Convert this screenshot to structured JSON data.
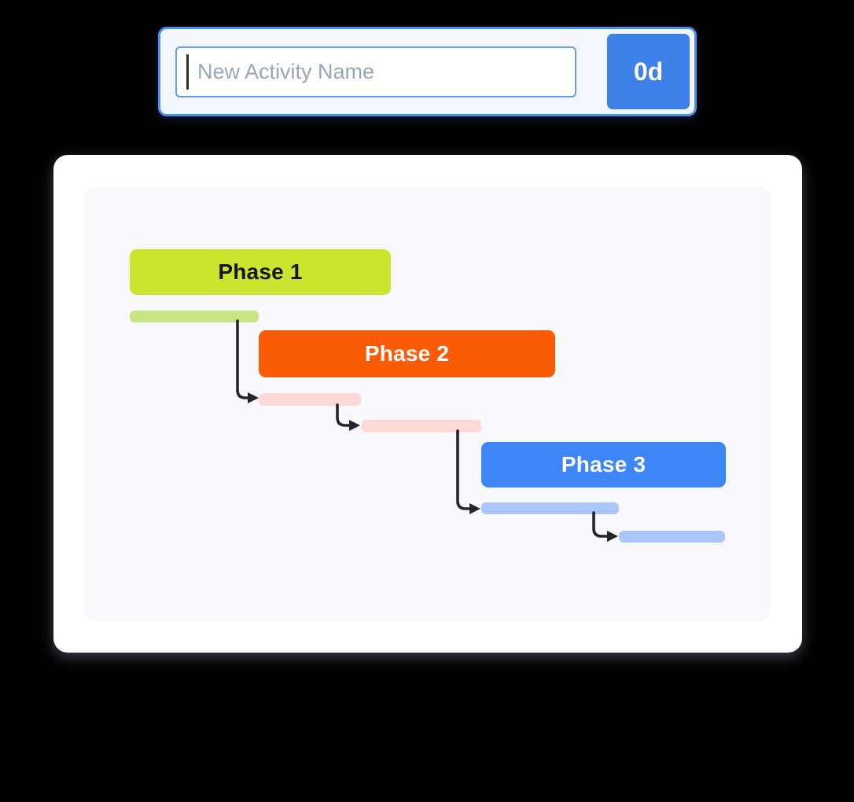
{
  "page": {
    "background_color": "#000000"
  },
  "activity_form": {
    "placeholder": "New Activity Name",
    "duration_button_label": "0d",
    "colors": {
      "widget_border": "#4a90ee",
      "widget_fill": "#f3f6fc",
      "input_fill": "#ffffff",
      "input_border": "#66a1f1",
      "placeholder_text": "#97a6b9",
      "caret": "#2b2c31",
      "button_fill": "#3c80e8",
      "button_text": "#ffffff"
    }
  },
  "gantt_card": {
    "card_background": "#ffffff",
    "panel_background": "#f8f8fd",
    "connector_color": "#24252a",
    "phases": [
      {
        "label": "Phase 1",
        "header_color": "#cbe52f",
        "label_color": "#151515",
        "bar_color": "#c9e583",
        "bar_count": 1
      },
      {
        "label": "Phase 2",
        "header_color": "#fa5b07",
        "label_color": "#ffffff",
        "bar_color": "#fcd9d6",
        "bar_count": 2
      },
      {
        "label": "Phase 3",
        "header_color": "#3e85f8",
        "label_color": "#ffffff",
        "bar_color": "#aac5fa",
        "bar_count": 2
      }
    ]
  }
}
